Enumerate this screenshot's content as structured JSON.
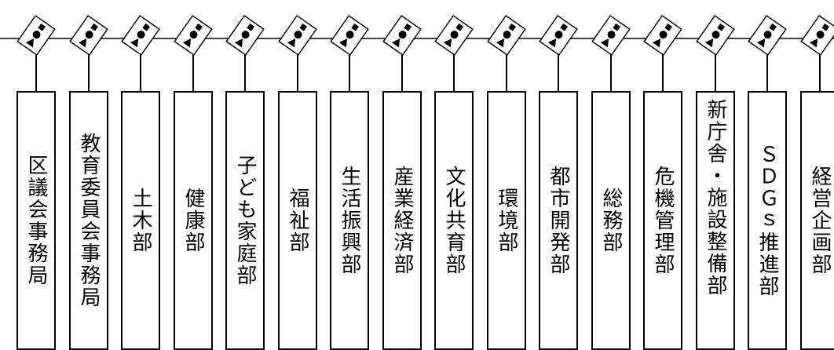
{
  "departments": [
    {
      "label": "区議会事務局",
      "icon": "circle-square-triangle-icon"
    },
    {
      "label": "教育委員会事務局",
      "icon": "circle-square-triangle-icon"
    },
    {
      "label": "土木部",
      "icon": "circle-square-triangle-icon"
    },
    {
      "label": "健康部",
      "icon": "circle-square-triangle-icon"
    },
    {
      "label": "子ども家庭部",
      "icon": "circle-square-triangle-icon"
    },
    {
      "label": "福祉部",
      "icon": "circle-square-triangle-icon"
    },
    {
      "label": "生活振興部",
      "icon": "circle-square-triangle-icon"
    },
    {
      "label": "産業経済部",
      "icon": "circle-square-triangle-icon"
    },
    {
      "label": "文化共育部",
      "icon": "circle-square-triangle-icon"
    },
    {
      "label": "環境部",
      "icon": "circle-square-triangle-icon"
    },
    {
      "label": "都市開発部",
      "icon": "circle-square-triangle-icon"
    },
    {
      "label": "総務部",
      "icon": "circle-square-triangle-icon"
    },
    {
      "label": "危機管理部",
      "icon": "circle-square-triangle-icon"
    },
    {
      "label": "新庁舎・施設整備部",
      "icon": "circle-square-triangle-icon"
    },
    {
      "label": "ＳＤＧｓ推進部",
      "icon": "circle-square-triangle-icon"
    },
    {
      "label": "経営企画部",
      "icon": "circle-square-triangle-icon"
    }
  ],
  "colors": {
    "line": "#000000",
    "background": "#ffffff"
  }
}
